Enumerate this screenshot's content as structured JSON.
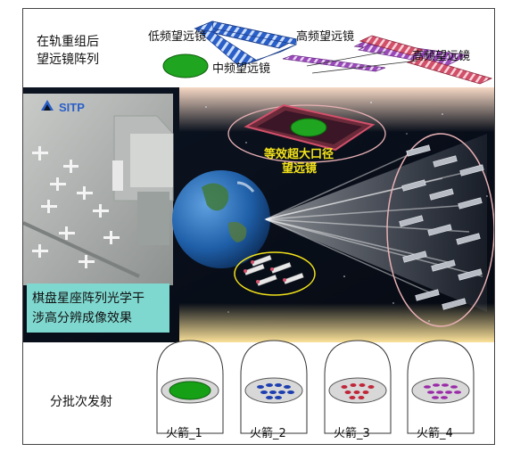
{
  "top_section": {
    "title_line1": "在轨重组后",
    "title_line2": "望远镜阵列",
    "low_freq_label": "低频望远镜",
    "high_freq_label_1": "高频望远镜",
    "high_freq_label_2": "高频望远镜",
    "mid_freq_label": "中频望远镜"
  },
  "middle_section": {
    "logo_text": "SITP",
    "checkerboard_caption_line1": "棋盘星座阵列光学干",
    "checkerboard_caption_line2": "涉高分辨成像效果",
    "equivalent_label_line1": "等效超大口径",
    "equivalent_label_line2": "望远镜"
  },
  "bottom_section": {
    "launch_label": "分批次发射",
    "rockets": [
      {
        "label": "火箭_1",
        "payload_color": "#16a016"
      },
      {
        "label": "火箭_2",
        "payload_color": "#1e3fb0"
      },
      {
        "label": "火箭_3",
        "payload_color": "#c0283a"
      },
      {
        "label": "火箭_4",
        "payload_color": "#9a2aa8"
      }
    ]
  },
  "colors": {
    "low_freq": "#2a5fc8",
    "high_freq_1": "#9a4ab8",
    "high_freq_2": "#d2506a",
    "mid_freq": "#1fa51f",
    "caption_bg": "#7fd8d0",
    "equivalent_text": "#f3e21a"
  }
}
